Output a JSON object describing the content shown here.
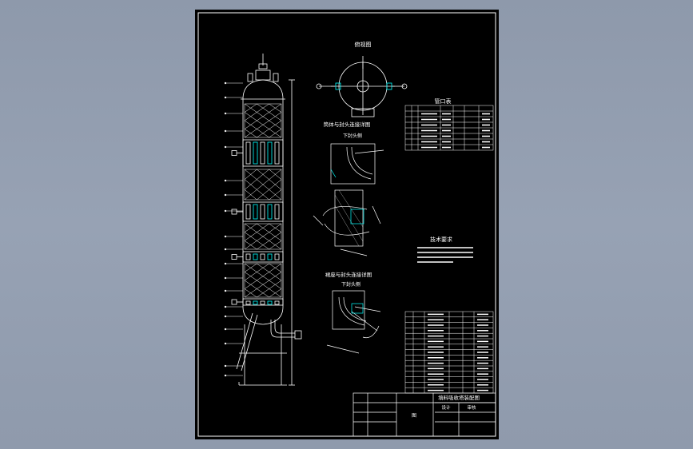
{
  "drawing": {
    "view_labels": {
      "top_view": "俯视图",
      "nozzle_table_title": "管口表",
      "detail_1_title": "筒体与封头连接详图",
      "detail_1_sub": "下封头侧",
      "detail_2_title": "裙座与封头连接详图",
      "detail_2_sub": "下封头侧",
      "tech_req_title": "技术要求"
    },
    "title_block": {
      "drawing_name": "填料吸收塔装配图",
      "scale_text": "图",
      "designer_label": "设计",
      "checker_label": "审核"
    },
    "colors": {
      "background": "#000000",
      "line": "#ffffff",
      "accent": "#00ffff",
      "page_bg": "#929daf"
    }
  }
}
